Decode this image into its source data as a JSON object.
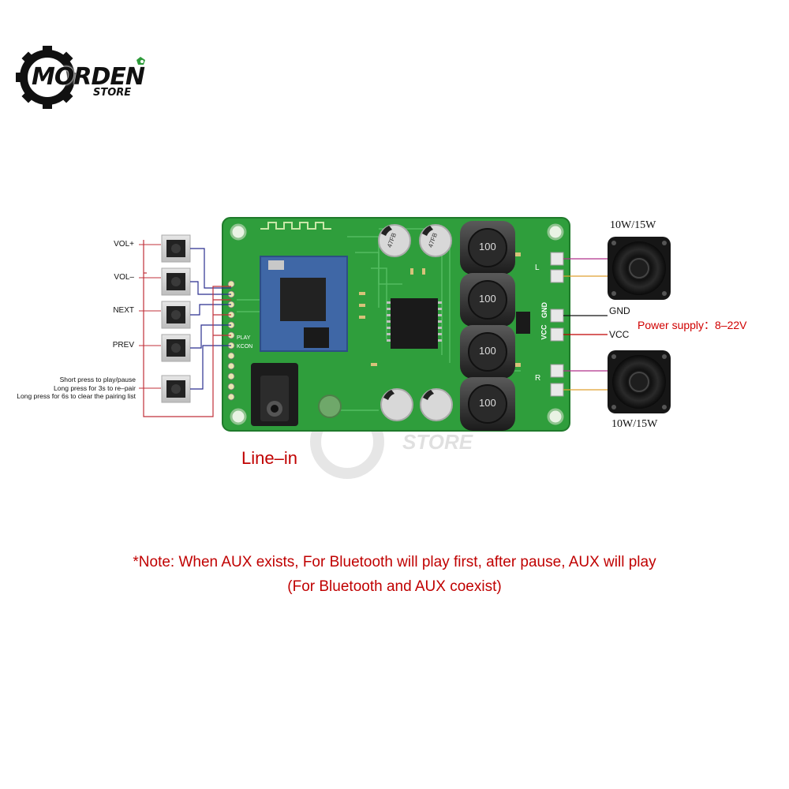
{
  "brand": {
    "name": "MORDEN",
    "sub": "STORE",
    "watermark": "STORE"
  },
  "buttons": [
    {
      "label": "VOL+"
    },
    {
      "label": "VOL–"
    },
    {
      "label": "NEXT"
    },
    {
      "label": "PREV"
    }
  ],
  "play_instructions": [
    "Short press to play/pause",
    "Long press for 3s to re–pair",
    "Long press for 6s to clear the pairing list"
  ],
  "speakers": {
    "top_label": "10W/15W",
    "bottom_label": "10W/15W"
  },
  "power": {
    "gnd": "GND",
    "vcc": "VCC",
    "supply": "Power supply：8–22V"
  },
  "line_in": "Line–in",
  "board_labels": {
    "inductor": "100",
    "cap_top_1": "47FB",
    "cap_top_2": "47FB",
    "pin_gnd": "GND",
    "pin_vcc": "VCC",
    "pin_l": "L",
    "pin_r": "R",
    "silk_play": "PLAY",
    "silk_kcon": "KCON"
  },
  "note": {
    "line1": "*Note: When AUX exists, For Bluetooth will play first, after pause, AUX will play",
    "line2": "(For Bluetooth and AUX coexist)"
  },
  "colors": {
    "board": "#2f9e3c",
    "accent": "#c00000",
    "wire_blue": "#2b2f8f",
    "wire_red": "#c0303a"
  }
}
